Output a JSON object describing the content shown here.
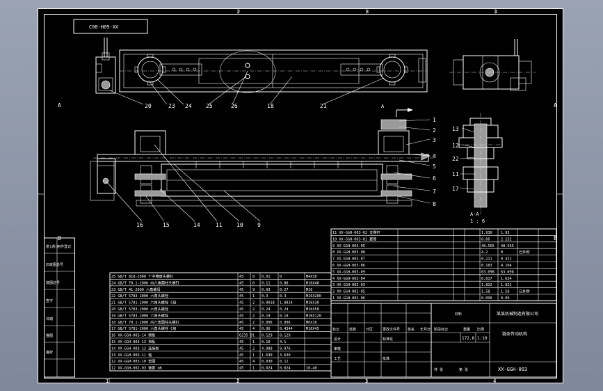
{
  "drawing_code": "C00-H09-XX",
  "grid": {
    "top_cols": [
      "2",
      "3",
      "4"
    ],
    "bottom_cols": [
      "1",
      "2",
      "3",
      "4"
    ],
    "rows": [
      "A",
      "B"
    ]
  },
  "callouts": {
    "top_view": [
      "20",
      "23",
      "24",
      "25",
      "26",
      "18",
      "21"
    ],
    "front_right": [
      "1",
      "2",
      "3",
      "4",
      "5",
      "6",
      "7",
      "8"
    ],
    "front_bottom": [
      "16",
      "15",
      "14",
      "11",
      "10",
      "9"
    ],
    "section": [
      "13",
      "12",
      "22",
      "11",
      "17"
    ]
  },
  "section_label": "A-A",
  "section_scale": "1 : 6",
  "arrow_label": "A",
  "bom_upper": [
    {
      "no": "11",
      "code": "XX-GGH-003-02",
      "name": "支撑杆",
      "qty": "",
      "mat": "",
      "w1": "1.930",
      "w2": "1.93",
      "note": ""
    },
    {
      "no": "10",
      "code": "XX-GGH-003-01",
      "name": "套筒",
      "qty": "",
      "mat": "",
      "w1": "0.66",
      "w2": "2.132",
      "note": ""
    },
    {
      "no": "9",
      "code": "XX-GGH-003-05",
      "name": "",
      "qty": "",
      "mat": "",
      "w1": "48.565",
      "w2": "48.565",
      "note": ""
    },
    {
      "no": "8",
      "code": "XX-GGH-003-08",
      "name": "",
      "qty": "",
      "mat": "",
      "w1": "4.2",
      "w2": "0",
      "note": "已外购"
    },
    {
      "no": "7",
      "code": "XX-GGH-003-07",
      "name": "",
      "qty": "",
      "mat": "",
      "w1": "0.211",
      "w2": "0.422",
      "note": ""
    },
    {
      "no": "6",
      "code": "XX-GGH-003-06",
      "name": "",
      "qty": "",
      "mat": "",
      "w1": "0.183",
      "w2": "4.104",
      "note": ""
    },
    {
      "no": "5",
      "code": "XX-GGH-003-09",
      "name": "",
      "qty": "",
      "mat": "",
      "w1": "63.098",
      "w2": "63.098",
      "note": ""
    },
    {
      "no": "4",
      "code": "XX-GGH-003-04",
      "name": "",
      "qty": "",
      "mat": "",
      "w1": "0.817",
      "w2": "1.634",
      "note": ""
    },
    {
      "no": "3",
      "code": "XX-GGH-003-03",
      "name": "",
      "qty": "",
      "mat": "",
      "w1": "1.822",
      "w2": "1.822",
      "note": ""
    },
    {
      "no": "2",
      "code": "XX-GGH-002-05",
      "name": "",
      "qty": "",
      "mat": "",
      "w1": "1.58",
      "w2": "1.58",
      "note": "已外购"
    },
    {
      "no": "1",
      "code": "XX-GGH-002-06",
      "name": "",
      "qty": "",
      "mat": "",
      "w1": "0.090",
      "w2": "0.09",
      "note": ""
    }
  ],
  "bom_lower": [
    {
      "text": "25 GB/T 818-2000 十字槽盘头螺钉",
      "mat": "45",
      "n": "8",
      "w1": "0.01",
      "w2": "0",
      "sz": "M4X10"
    },
    {
      "text": "24 GB/T 70.1-2000 内六角圆柱头螺钉",
      "mat": "45",
      "n": "8",
      "w1": "0.11",
      "w2": "0.88",
      "sz": "M16X40"
    },
    {
      "text": "23 GB/T 41-2000 六角螺母",
      "mat": "45",
      "n": "9",
      "w1": "0.03",
      "w2": "0.27",
      "sz": "M16"
    },
    {
      "text": "22 GB/T 5783-2000 六角头螺栓",
      "mat": "45",
      "n": "1",
      "w1": "0.3",
      "w2": "0.3",
      "sz": "M16X200"
    },
    {
      "text": "21 GB/T 5781-2000 六角头螺栓 C级",
      "mat": "45",
      "n": "2",
      "w1": "0.0018",
      "w2": "1.0814",
      "sz": "M16X30"
    },
    {
      "text": "20 GB/T 5783-2000 六角头螺栓",
      "mat": "45",
      "n": "2",
      "w1": "0.24",
      "w2": "0.24",
      "sz": "M16X50"
    },
    {
      "text": "19 GB/T 5783-2000 六角头螺栓",
      "mat": "45",
      "n": "2",
      "w1": "0.19",
      "w2": "0.19",
      "sz": "M16X120"
    },
    {
      "text": "18 GB/T 70.1-2000 内六角圆柱头螺钉",
      "mat": "45",
      "n": "2",
      "w1": "0.006",
      "w2": "0.006",
      "sz": "M6X16"
    },
    {
      "text": "17 GB/T 5781-2000 六角头螺栓 C级",
      "mat": "45",
      "n": "4",
      "w1": "0.06",
      "w2": "0.4344",
      "sz": "M16X45"
    },
    {
      "text": "16 XX-GGH-003-14 侧板",
      "mat": "Q235 B",
      "n": "1",
      "w1": "0.129",
      "w2": "0.129",
      "sz": ""
    },
    {
      "text": "15 XX-GGH-003-13 挡板",
      "mat": "45",
      "n": "1",
      "w1": "0.10",
      "w2": "4.1",
      "sz": ""
    },
    {
      "text": "14 XX-GGH-003-12 连接板",
      "mat": "45",
      "n": "2",
      "w1": "4.988",
      "w2": "9.976",
      "sz": ""
    },
    {
      "text": "13 XX-GGH-003-11 轴",
      "mat": "45",
      "n": "1",
      "w1": "1.630",
      "w2": "3.630",
      "sz": ""
    },
    {
      "text": "12 XX-GGH-003-10 垫圈",
      "mat": "45",
      "n": "4",
      "w1": "0.030",
      "w2": "0.12",
      "sz": ""
    },
    {
      "text": "12 XX-GGH-002-03 轴套 m6",
      "mat": "45",
      "n": "1",
      "w1": "0.024",
      "w2": "0.024",
      "sz": "10-40"
    }
  ],
  "title_block": {
    "company": "某某机械制造有限公司",
    "mass": "172.8",
    "scale": "1:10",
    "drawing_name": "链条传动机构",
    "drawing_number": "XX-GGH-003",
    "header_labels": [
      "标记",
      "处数",
      "分区",
      "更改文件号",
      "签名",
      "年月日"
    ],
    "left_labels": [
      "设计",
      "审核",
      "工艺"
    ],
    "stage_labels": [
      "阶段标记",
      "重量",
      "比例"
    ],
    "sheet_labels": [
      "共 张",
      "第 张"
    ],
    "standardization": "标准化",
    "approve": "批准",
    "material_label": "材料"
  },
  "side_panel": [
    "借(通)用件登记",
    "旧底图总号",
    "底图总号",
    "签字",
    "日期",
    "描图",
    "描校"
  ]
}
